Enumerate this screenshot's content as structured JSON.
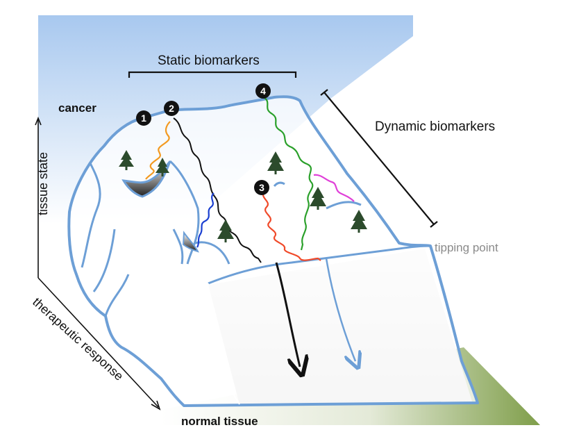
{
  "labels": {
    "static_biomarkers": "Static biomarkers",
    "dynamic_biomarkers": "Dynamic biomarkers",
    "cancer": "cancer",
    "tipping_point": "tipping point",
    "normal_tissue": "normal tissue",
    "tissue_state": "tissue state",
    "therapeutic_response": "therapeutic response"
  },
  "markers": [
    "1",
    "2",
    "3",
    "4"
  ],
  "colors": {
    "landscape_outline": "#6d9fd6",
    "ground": "#7f9e4a",
    "sky": "#a8c8ef",
    "path_orange": "#f39a21",
    "path_black": "#111111",
    "path_blue": "#1a3fd1",
    "path_red": "#f04a2a",
    "path_green": "#2aa02a",
    "path_magenta": "#e040d8",
    "tree": "#2c4b2c",
    "tipping_text": "#8a8a8a"
  }
}
